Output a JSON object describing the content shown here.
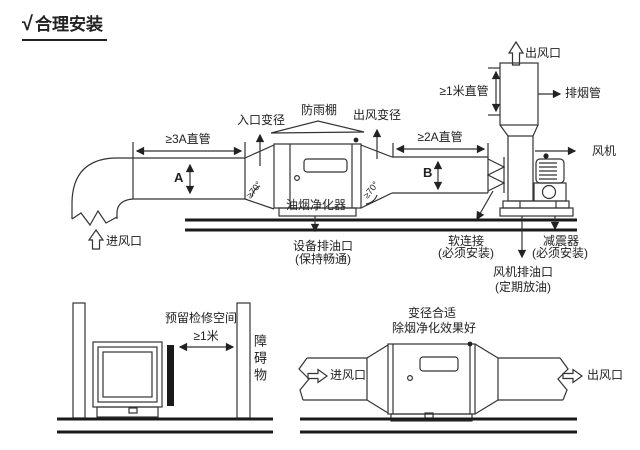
{
  "title": {
    "check": "√",
    "text": "合理安装"
  },
  "colors": {
    "line": "#333333",
    "ground": "#1a1a1a",
    "text": "#222222",
    "background": "#ffffff"
  },
  "main_diagram": {
    "inlet_duct_label": "进风口",
    "dim_3a": "≥3A直管",
    "dim_a": "A",
    "inlet_reducer": "入口变径",
    "rain_shelter": "防雨棚",
    "purifier": "油烟净化器",
    "angle_left": "≥70°",
    "angle_right": "≥70°",
    "outlet_reducer": "出风变径",
    "dim_2a": "≥2A直管",
    "dim_b": "B",
    "dim_1m": "≥1米直管",
    "outlet_top": "出风口",
    "exhaust_pipe": "排烟管",
    "fan": "风机",
    "equip_drain": {
      "line1": "设备排油口",
      "line2": "(保持畅通)"
    },
    "soft_connection": {
      "line1": "软连接",
      "line2": "(必须安装)"
    },
    "fan_drain": {
      "line1": "风机排油口",
      "line2": "(定期放油)"
    },
    "damper": {
      "line1": "减震器",
      "line2": "(必须安装)"
    }
  },
  "clearance_diagram": {
    "service_space": "预留检修空间",
    "dim_1m": "≥1米",
    "obstacle": "障碍物"
  },
  "reducer_diagram": {
    "note_line1": "变径合适",
    "note_line2": "除烟净化效果好",
    "inlet": "进风口",
    "outlet": "出风口"
  }
}
